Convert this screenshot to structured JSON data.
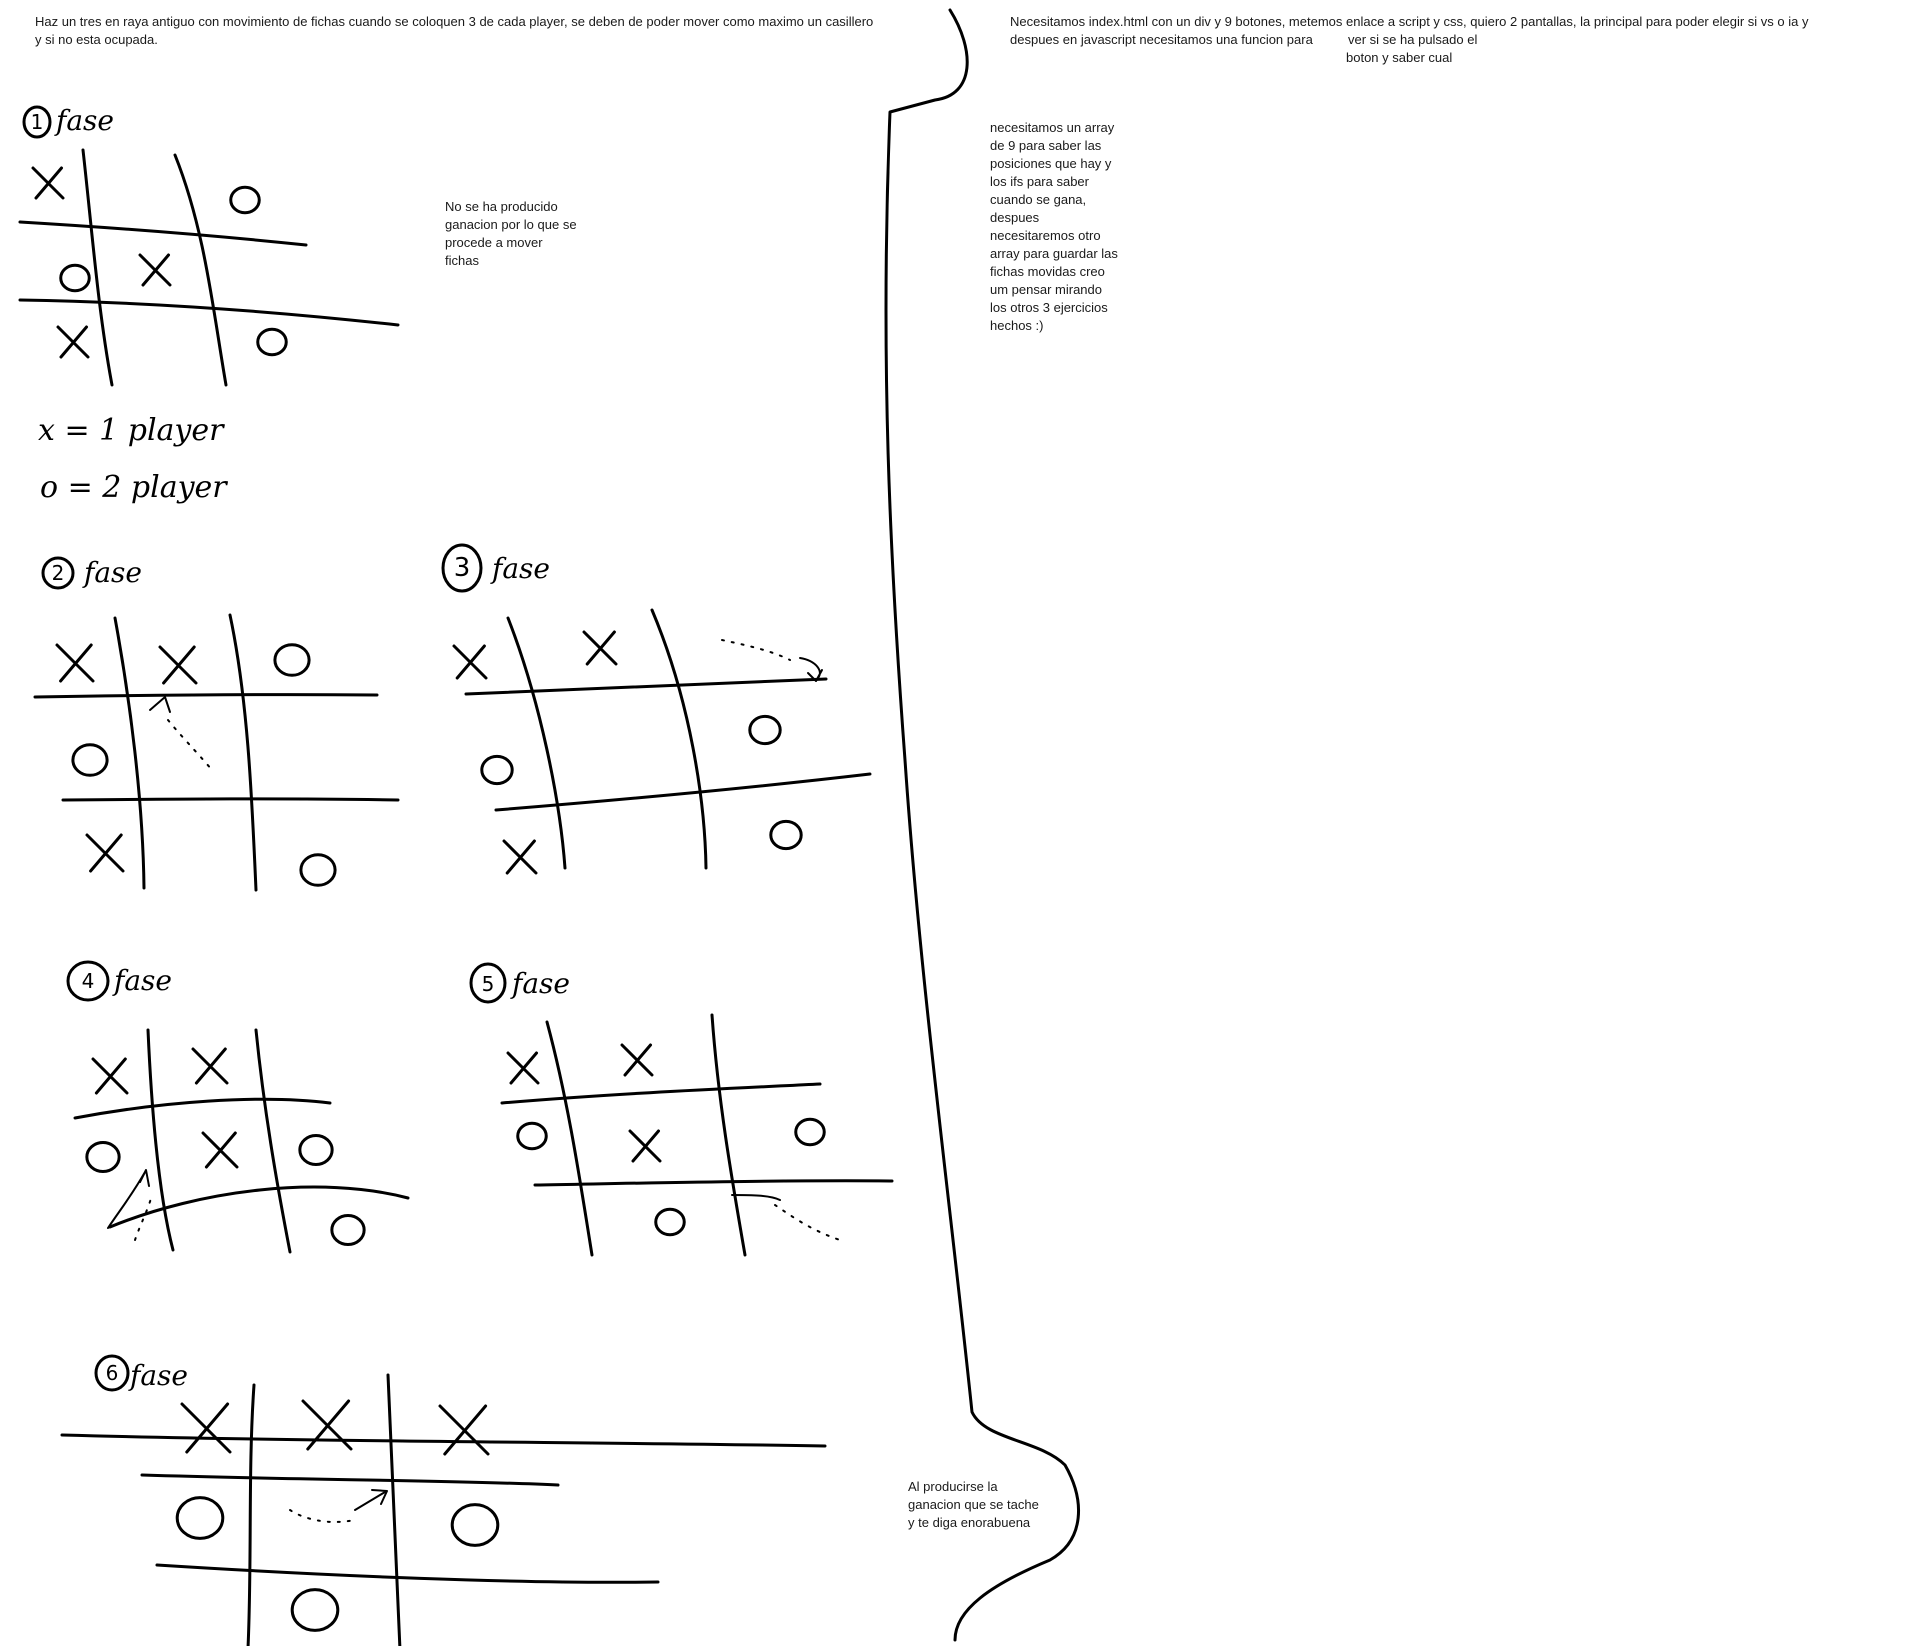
{
  "notes": {
    "intro": "Haz un tres en raya antiguo con movimiento de fichas cuando se coloquen 3 de cada player, se deben de poder mover como maximo un casillero\ny si no esta ocupada.",
    "index_line1": "Necesitamos index.html con un div y 9 botones, metemos enlace a script y css,  quiero 2 pantallas, la principal para poder elegir si vs o ia y",
    "index_line2": "despues en javascript necesitamos una funcion para",
    "index_line3": "ver si se ha pulsado el",
    "index_line4": "boton y saber cual",
    "phase1_note": "No se ha producido\nganacion por lo que se\nprocede a mover\nfichas",
    "arrays_note": "necesitamos un array\nde 9 para saber las\nposiciones que hay y\nlos ifs para saber\ncuando se gana,\ndespues\nnecesitaremos otro\narray para guardar las\nfichas movidas creo\num pensar mirando\nlos otros 3 ejercicios\nhechos :)",
    "win_note": "Al producirse la\nganacion que se tache\ny te diga enorabuena"
  },
  "handwritten": {
    "phase1": "fase",
    "phase2": "fase",
    "phase3": "fase",
    "phase4": "fase",
    "phase5": "fase",
    "phase6": "fase",
    "legend_x": "x = 1 player",
    "legend_o": "o = 2 player"
  },
  "phase_numbers": {
    "p1": "1",
    "p2": "2",
    "p3": "3",
    "p4": "4",
    "p5": "5",
    "p6": "6"
  },
  "boards": {
    "phase1": [
      "X",
      "",
      "O",
      "O",
      "X",
      "",
      "X",
      "",
      "O"
    ],
    "phase2": [
      "X",
      "X",
      "O",
      "O",
      "",
      "",
      "X",
      "",
      "O"
    ],
    "phase3": [
      "X",
      "X",
      "",
      "O",
      "",
      "O",
      "X",
      "",
      "O"
    ],
    "phase4": [
      "X",
      "X",
      "",
      "O",
      "X",
      "O",
      "",
      "",
      "O"
    ],
    "phase5": [
      "X",
      "X",
      "",
      "O",
      "X",
      "O",
      "",
      "O",
      ""
    ],
    "phase6": [
      "X",
      "X",
      "X",
      "O",
      "",
      "O",
      "",
      "O",
      ""
    ]
  },
  "colors": {
    "ink": "#000000",
    "text": "#1a1a1a",
    "background": "#ffffff"
  }
}
